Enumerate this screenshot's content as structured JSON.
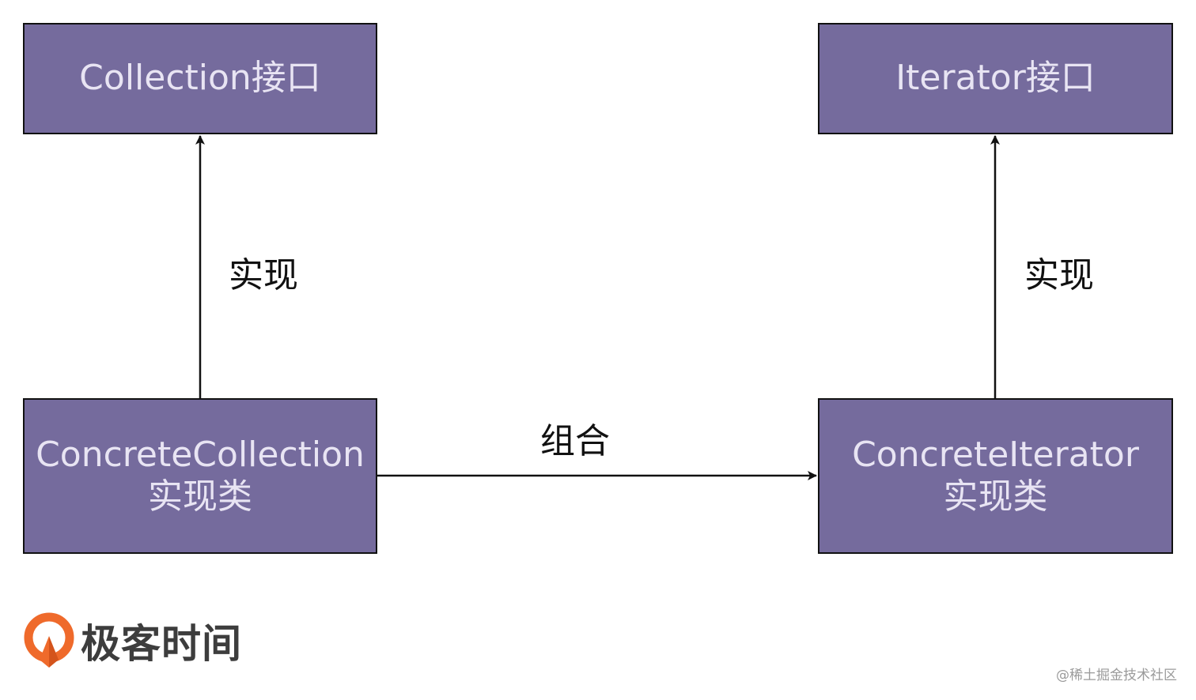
{
  "nodes": {
    "collection": {
      "line1": "Collection接口"
    },
    "iterator": {
      "line1": "Iterator接口"
    },
    "concrete_collection": {
      "line1": "ConcreteCollection",
      "line2": "实现类"
    },
    "concrete_iterator": {
      "line1": "ConcreteIterator",
      "line2": "实现类"
    }
  },
  "edges": {
    "impl_left": "实现",
    "impl_right": "实现",
    "compose": "组合"
  },
  "brand": {
    "logo_text": "极客时间",
    "logo_icon": "geektime-logo-icon"
  },
  "watermark": "@稀土掘金技术社区",
  "colors": {
    "box_fill": "#756b9d",
    "box_text": "#e8e4f3",
    "line": "#111111",
    "logo_orange": "#ef6a2b"
  }
}
